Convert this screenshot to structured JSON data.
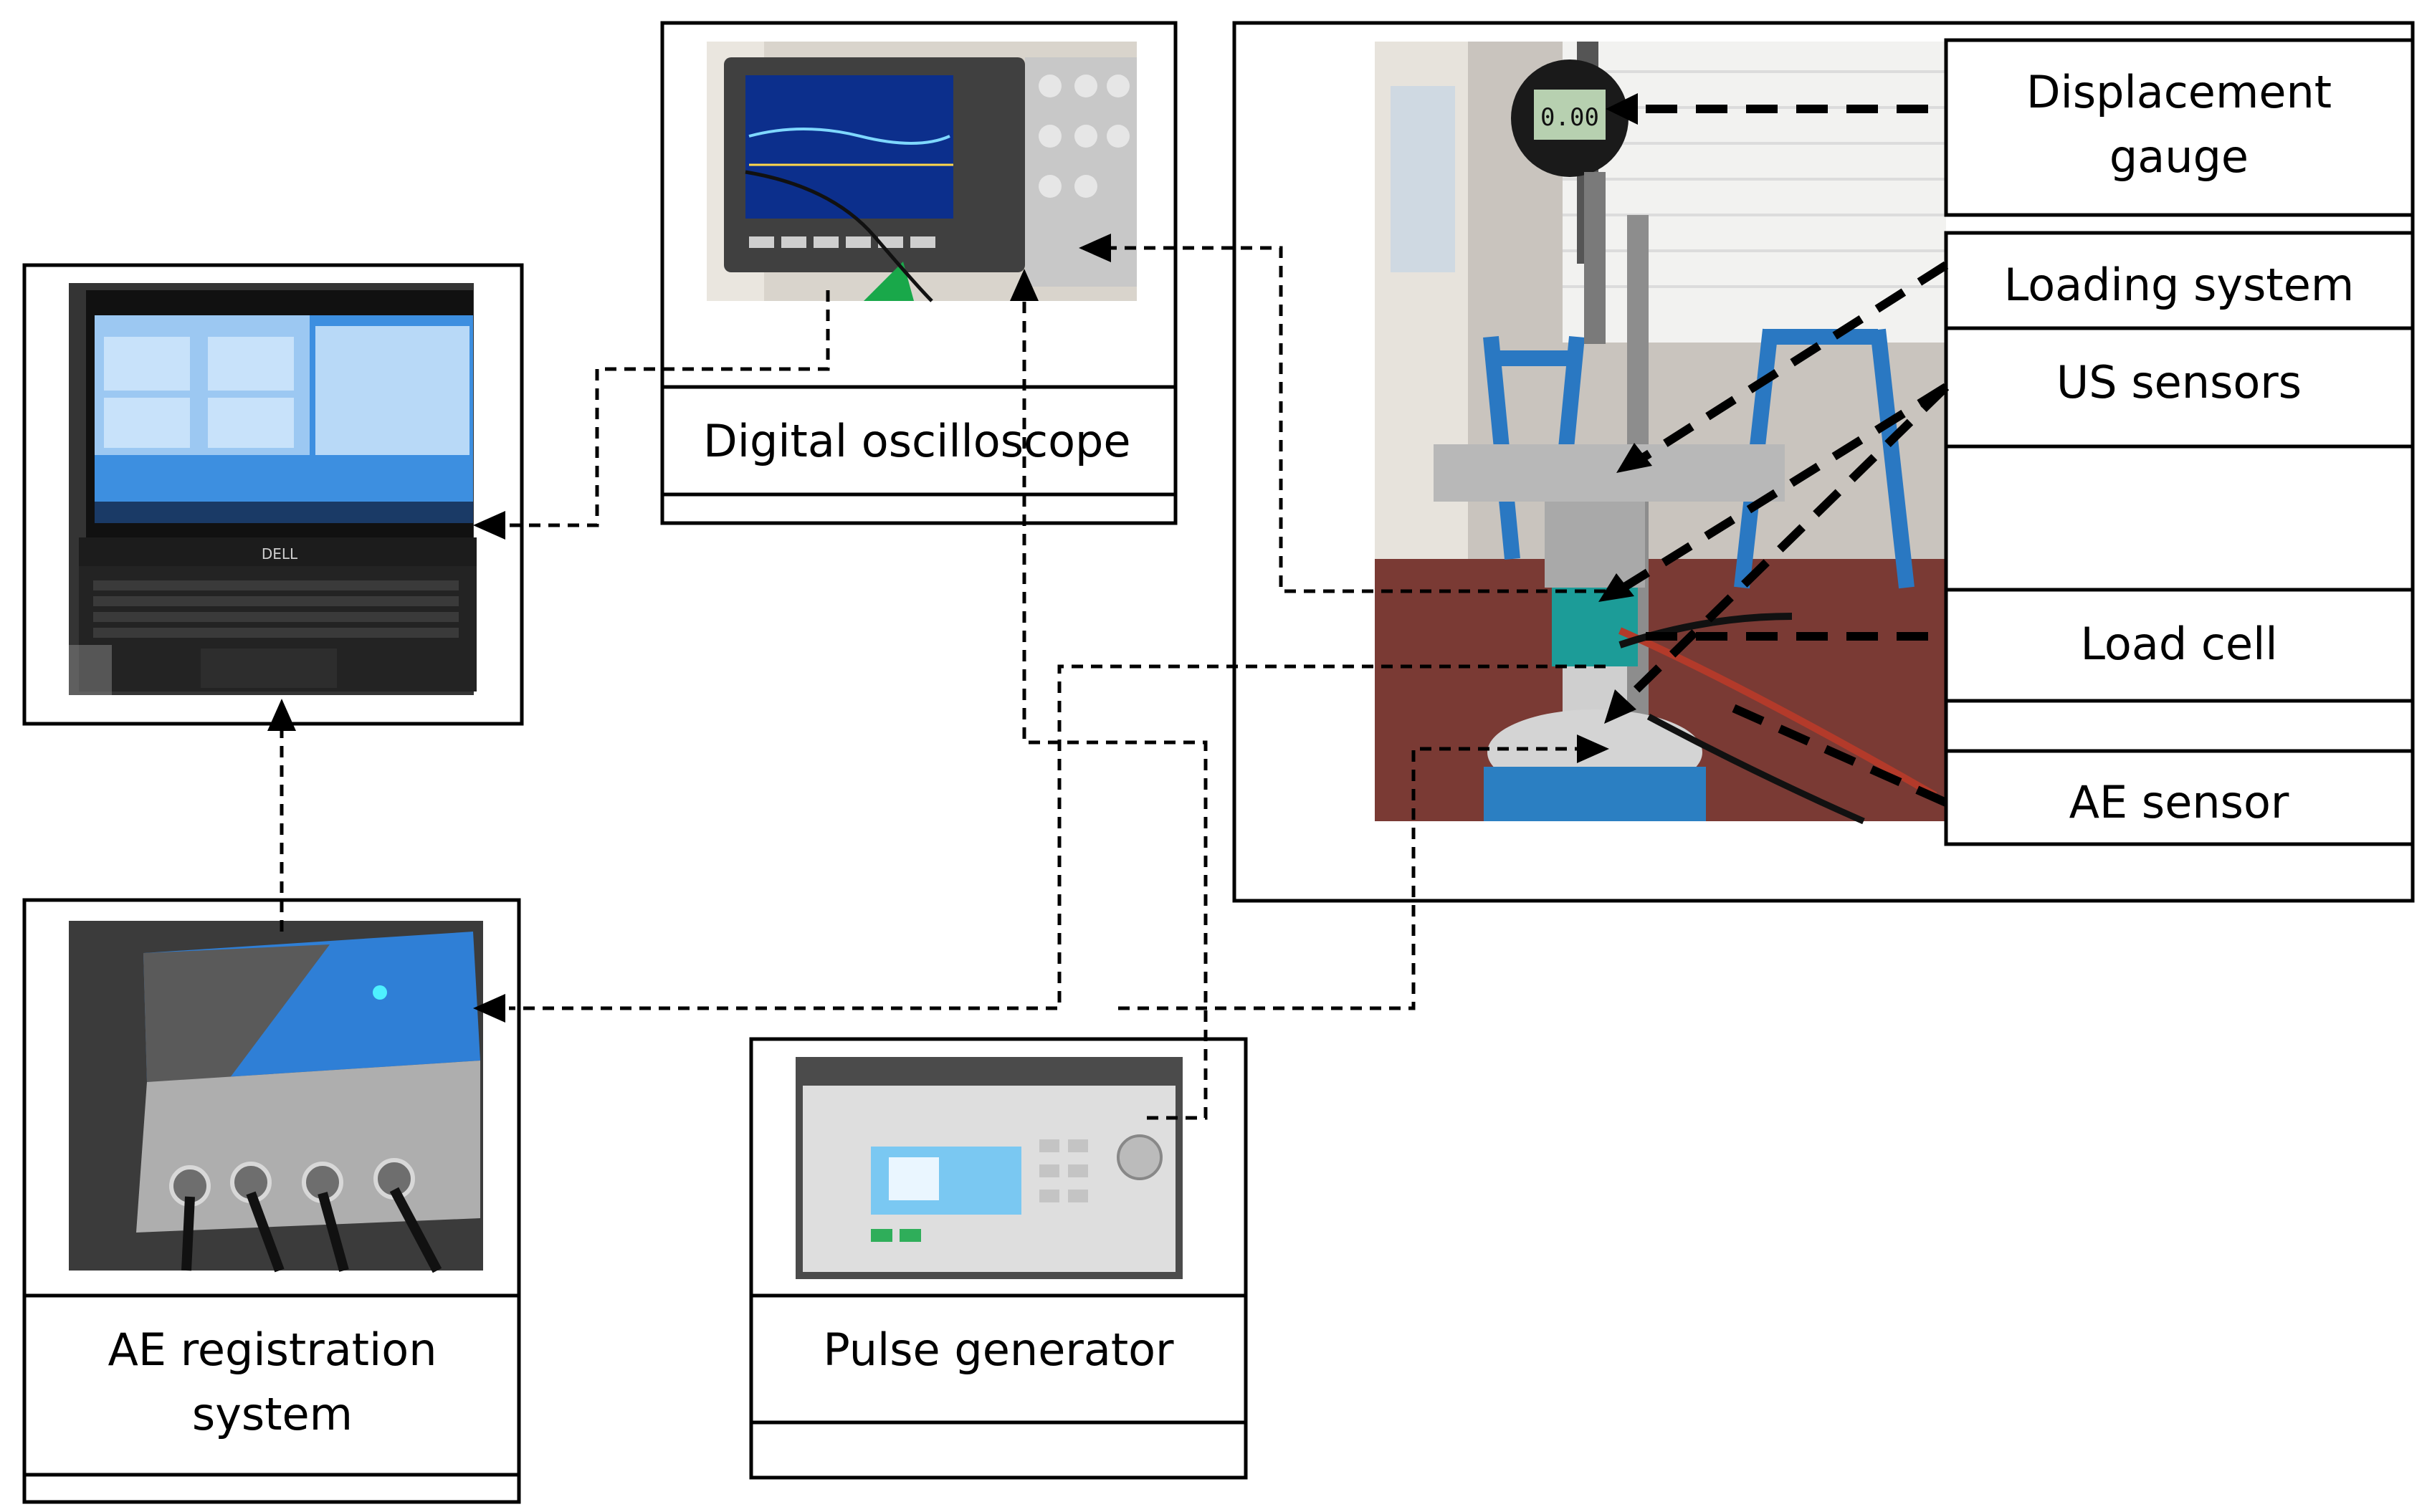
{
  "figure": {
    "labels": {
      "digital_oscilloscope": "Digital oscilloscope",
      "ae_registration_line1": "AE registration",
      "ae_registration_line2": "system",
      "pulse_generator": "Pulse generator",
      "displacement_gauge_line1": "Displacement",
      "displacement_gauge_line2": "gauge",
      "loading_system": "Loading system",
      "us_sensors": "US sensors",
      "load_cell": "Load cell",
      "ae_sensor": "AE sensor"
    },
    "photos": {
      "laptop": "laptop-photo",
      "oscilloscope": "oscilloscope-photo",
      "ae_box": "ae-registration-box-photo",
      "pulse_generator": "pulse-generator-photo",
      "test_rig": "test-rig-photo"
    },
    "laptop_brand": "DELL",
    "gauge_reading": "0.00",
    "colors": {
      "line": "#000000",
      "rig_blue": "#2a78c2",
      "lab_floor": "#7a3a34",
      "screen_blue": "#2f7fd6",
      "metal": "#b8b8b8"
    }
  }
}
